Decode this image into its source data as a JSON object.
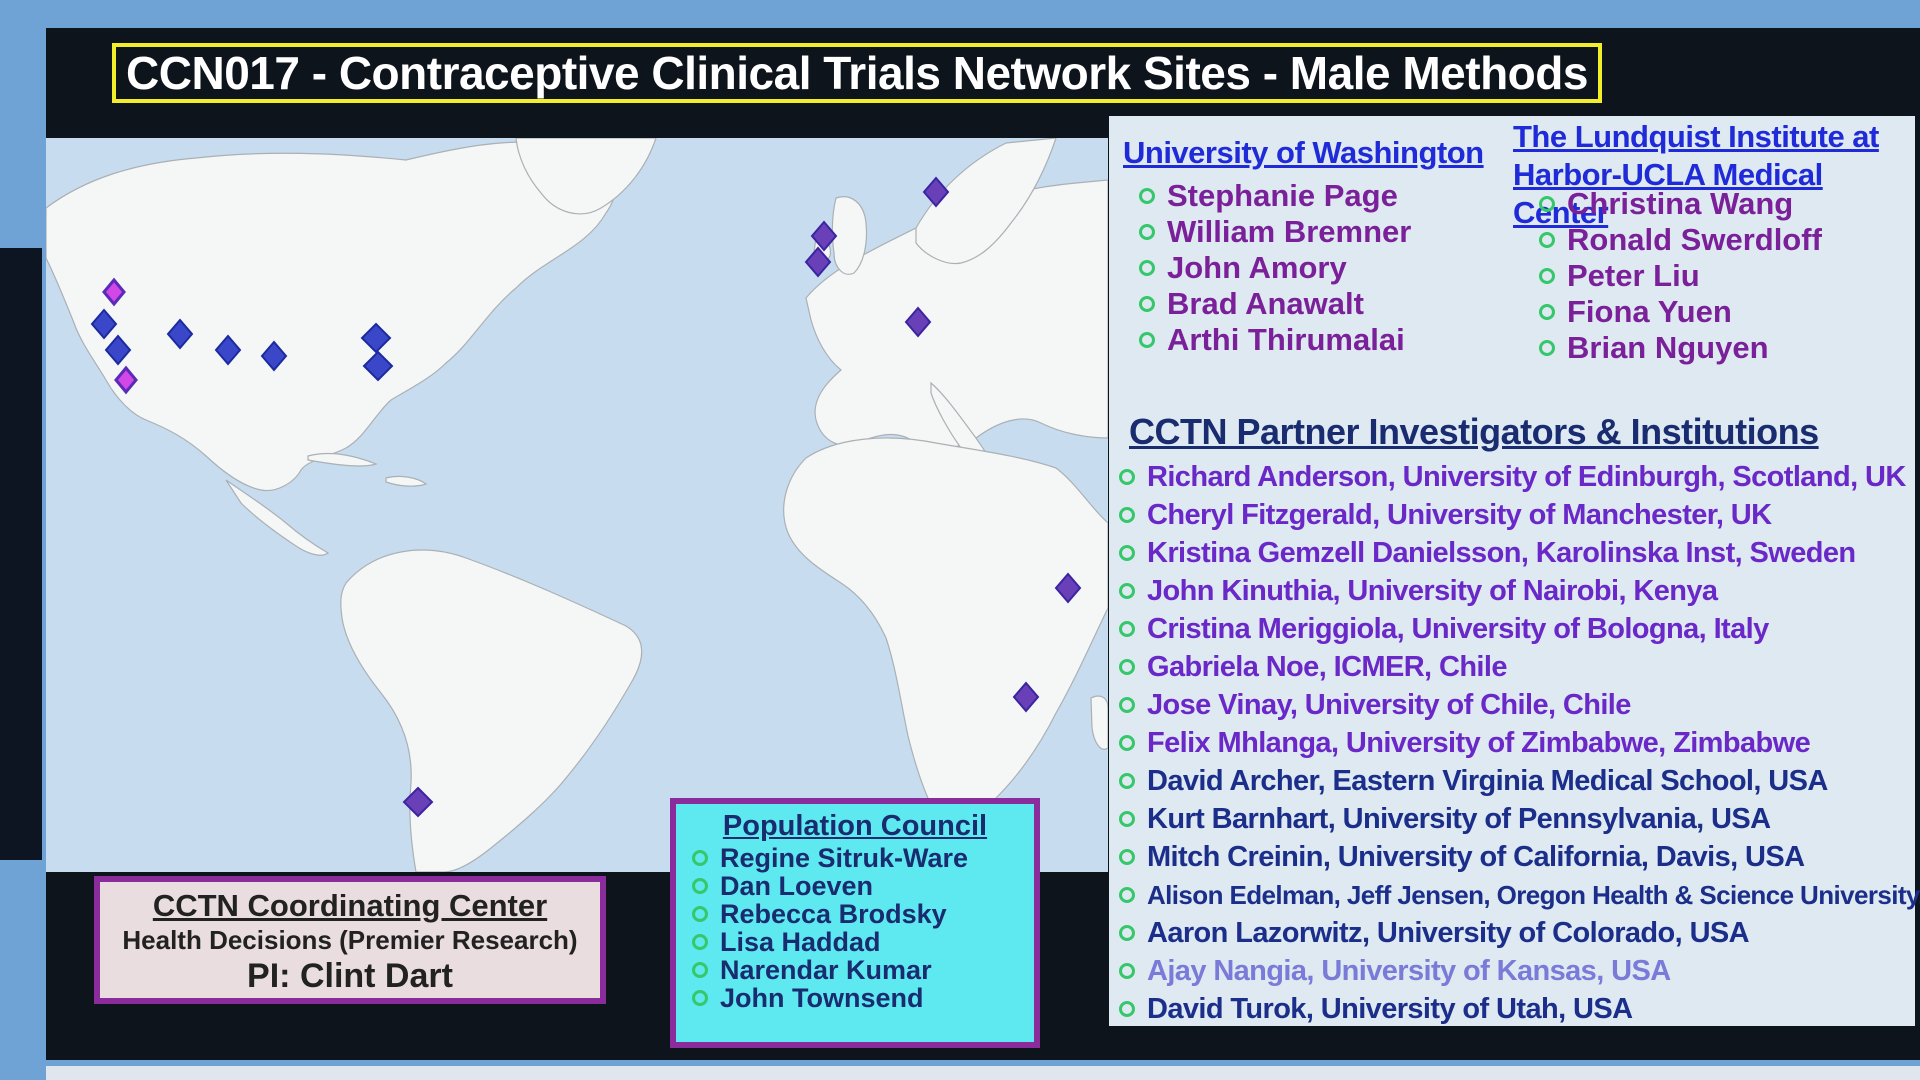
{
  "title": "CCN017 - Contraceptive Clinical Trials Network Sites - Male Methods",
  "map": {
    "marker_colors": {
      "blue": "#3a47c8",
      "purple": "#6a40b8",
      "pink": "#d248e6"
    }
  },
  "coordinating_center": {
    "title": "CCTN Coordinating Center",
    "organization": "Health Decisions (Premier Research)",
    "pi": "PI: Clint Dart"
  },
  "population_council": {
    "title": "Population  Council",
    "members": [
      "Regine Sitruk-Ware",
      "Dan Loeven",
      "Rebecca Brodsky",
      "Lisa Haddad",
      "Narendar Kumar",
      "John Townsend"
    ]
  },
  "university_of_washington": {
    "title": "University of Washington",
    "members": [
      "Stephanie Page",
      "William Bremner",
      "John Amory",
      "Brad Anawalt",
      "Arthi Thirumalai"
    ]
  },
  "lundquist": {
    "title_line1": "The Lundquist Institute at",
    "title_line2": "Harbor-UCLA Medical Center",
    "members": [
      "Christina Wang",
      "Ronald Swerdloff",
      "Peter Liu",
      "Fiona Yuen",
      "Brian Nguyen"
    ]
  },
  "partners": {
    "title": "CCTN Partner Investigators & Institutions",
    "items": [
      "Richard Anderson, University of Edinburgh, Scotland, UK",
      "Cheryl Fitzgerald, University of Manchester, UK",
      "Kristina Gemzell Danielsson, Karolinska Inst, Sweden",
      "John Kinuthia, University of Nairobi, Kenya",
      "Cristina Meriggiola, University of Bologna, Italy",
      "Gabriela Noe, ICMER, Chile",
      "Jose Vinay, University of Chile, Chile",
      "Felix Mhlanga, University of Zimbabwe, Zimbabwe",
      "David Archer, Eastern Virginia Medical School, USA",
      "Kurt Barnhart, University of Pennsylvania, USA",
      "Mitch Creinin, University of California, Davis, USA",
      "Alison Edelman, Jeff Jensen, Oregon Health & Science University, USA",
      "Aaron Lazorwitz, University of Colorado, USA",
      "Ajay Nangia, University of Kansas, USA",
      "David Turok, University of Utah, USA"
    ]
  }
}
